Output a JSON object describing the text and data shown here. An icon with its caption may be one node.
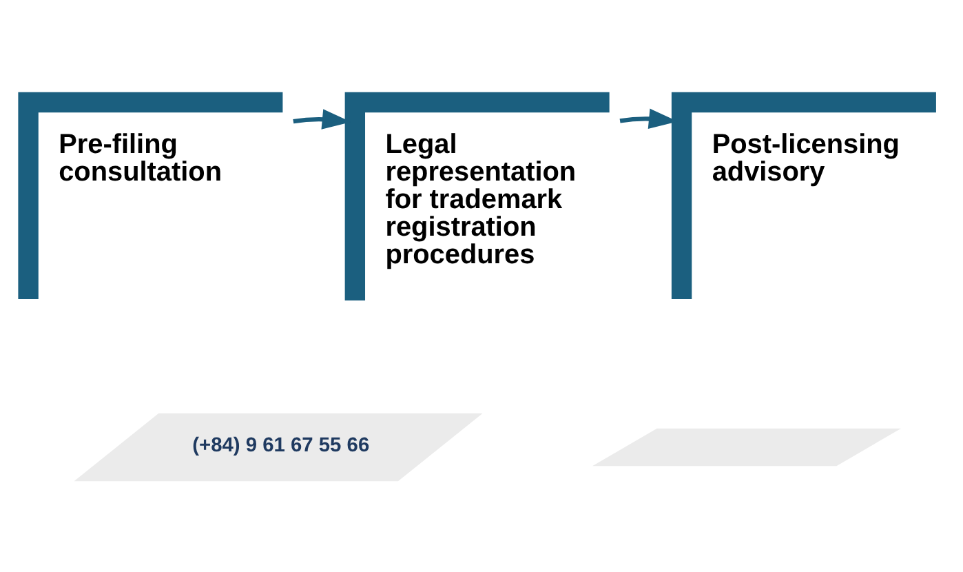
{
  "diagram": {
    "nodes": [
      {
        "text": [
          "Pre-filing consultation"
        ]
      },
      {
        "text": [
          "Legal representation for trademark registration procedures"
        ]
      },
      {
        "text": [
          "Post-licensing advisory"
        ]
      },
      {
        "text": [
          "(+84) 9 61 67 55 66"
        ]
      },
      {
        "text": [],
        "shape": "parallelogram"
      }
    ],
    "edges": [
      {
        "from": 0,
        "to": 1,
        "arrow": "to"
      },
      {
        "from": 1,
        "to": 2,
        "arrow": "to"
      }
    ]
  }
}
